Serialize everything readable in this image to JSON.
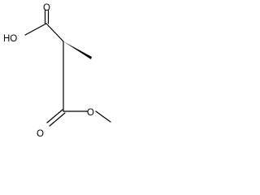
{
  "structure": {
    "atoms": {
      "carboxylic_oh": "HO",
      "carboxylic_carbonyl_o": "O",
      "ester_carbonyl_o": "O",
      "ester_o": "O"
    },
    "stereo": {
      "methyl_bond": "wedge"
    }
  }
}
